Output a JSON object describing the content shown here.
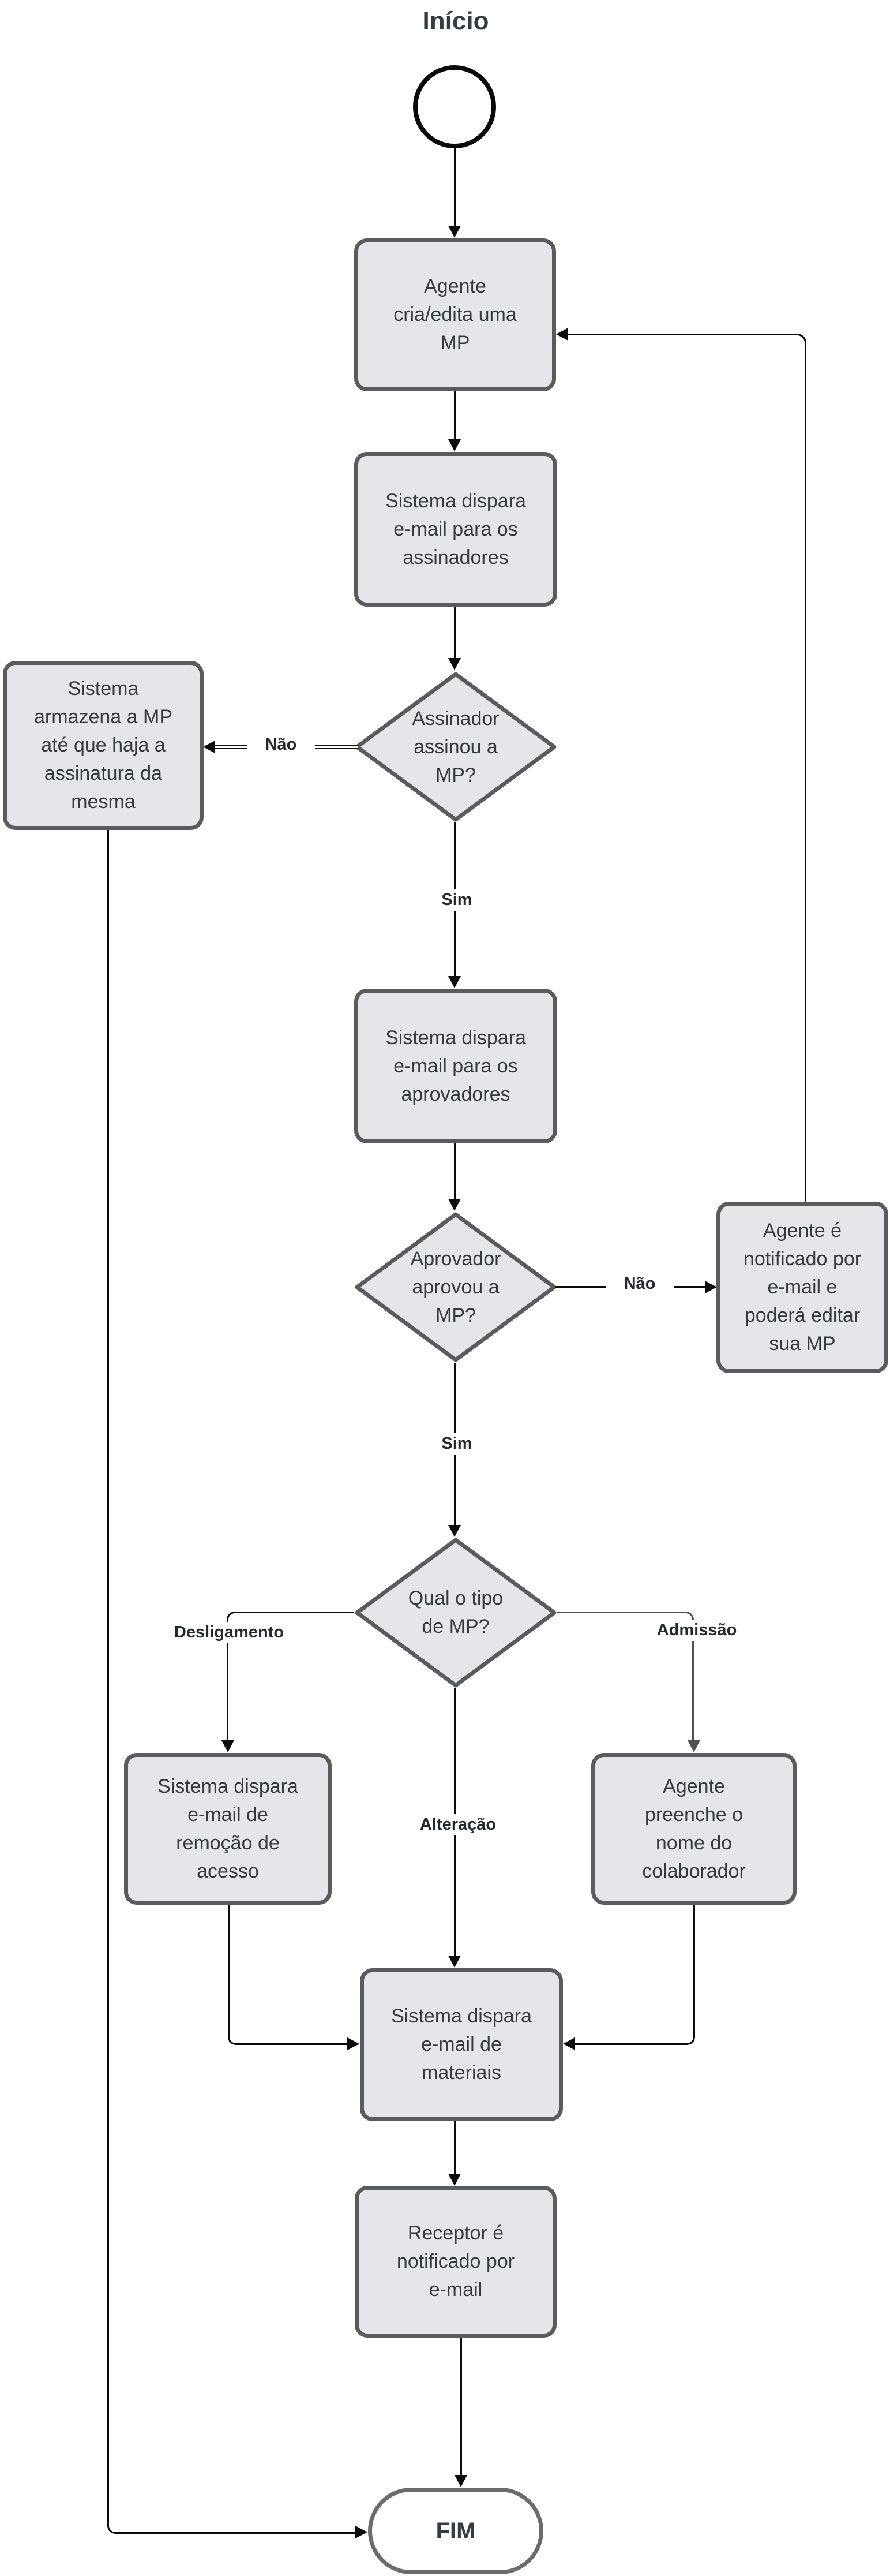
{
  "flow": {
    "start_label": "Início",
    "end_label": "FIM",
    "nodes": {
      "create_mp": "Agente\ncria/edita uma\nMP",
      "email_signers": "Sistema dispara\ne-mail para os\nassinadores",
      "signed_decision": "Assinador\nassinou a\nMP?",
      "store_mp": "Sistema\narmazena a MP\naté que haja a\nassinatura da\nmesma",
      "email_approvers": "Sistema dispara\ne-mail para os\naprovadores",
      "approved_decision": "Aprovador\naprovou a\nMP?",
      "agent_notified": "Agente é\nnotificado por\ne-mail e\npoderá editar\nsua MP",
      "type_decision": "Qual o tipo\nde MP?",
      "email_access_removal": "Sistema dispara\ne-mail de\nremoção de\nacesso",
      "fill_name": "Agente\npreenche o\nnome do\ncolaborador",
      "email_materials": "Sistema dispara\ne-mail de\nmateriais",
      "receiver_notified": "Receptor é\nnotificado por\ne-mail"
    },
    "edge_labels": {
      "sign_no": "Não",
      "sign_yes": "Sim",
      "approve_no": "Não",
      "approve_yes": "Sim",
      "type_left": "Desligamento",
      "type_right": "Admissão",
      "type_down": "Alteração"
    },
    "colors": {
      "node_fill": "#e4e6e9",
      "node_border": "#595c5e",
      "terminator_border": "#6a6d70",
      "line_black": "#0c0c0c",
      "line_gray": "#4f5254",
      "text": "#333a40",
      "background": "#ffffff"
    }
  }
}
